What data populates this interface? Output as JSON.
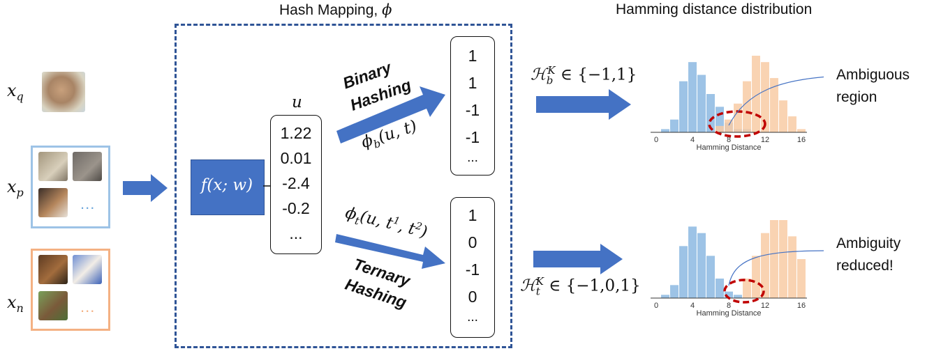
{
  "title_left": "Hash Mapping, ϕ",
  "title_right": "Hamming distance distribution",
  "inputs": [
    {
      "label": "x_q"
    },
    {
      "label": "x_p",
      "ellipsis": "..."
    },
    {
      "label": "x_n",
      "ellipsis": "..."
    }
  ],
  "network": {
    "label": "f(x; w)"
  },
  "u_vector": {
    "label": "u",
    "values": [
      "1.22",
      "0.01",
      "-2.4",
      "-0.2",
      "..."
    ]
  },
  "binary": {
    "line1": "Binary",
    "line2": "Hashing",
    "func": "ϕb(u, t)",
    "values": [
      "1",
      "1",
      "-1",
      "-1",
      "..."
    ]
  },
  "ternary": {
    "line1": "Ternary",
    "line2": "Hashing",
    "func": "ϕt(u, t1, t2)",
    "values": [
      "1",
      "0",
      "-1",
      "0",
      "..."
    ]
  },
  "space_binary": "ℋbK ∈ {−1,1}",
  "space_ternary": "ℋtK ∈ {−1,0,1}",
  "annotations": {
    "top": [
      "Ambiguous",
      "region"
    ],
    "bottom": [
      "Ambiguity",
      "reduced!"
    ]
  },
  "colors": {
    "blue": "#4472c4",
    "hist_blue": "#9dc3e6",
    "hist_orange": "#f8cba5",
    "dashed_box": "#2f5496",
    "ellipse": "#c00000",
    "pos_border": "#9dc3e6",
    "neg_border": "#f4b183"
  },
  "chart_data": [
    {
      "type": "bar",
      "title": "",
      "xlabel": "Hamming Distance",
      "xticks": [
        "0",
        "4",
        "8",
        "12",
        "16"
      ],
      "xlim": [
        0,
        16
      ],
      "series": [
        {
          "x": [
            1,
            2,
            3,
            4,
            5,
            6,
            7,
            8,
            9,
            10
          ],
          "values": [
            1,
            4,
            16,
            22,
            18,
            12,
            8,
            3,
            1,
            1
          ]
        },
        {
          "x": [
            7,
            8,
            9,
            10,
            11,
            12,
            13,
            14,
            15,
            16
          ],
          "values": [
            2,
            4,
            9,
            16,
            24,
            22,
            17,
            10,
            5,
            1
          ]
        }
      ]
    },
    {
      "type": "bar",
      "title": "",
      "xlabel": "Hamming Distance",
      "xticks": [
        "0",
        "4",
        "8",
        "12",
        "16"
      ],
      "xlim": [
        0,
        16
      ],
      "series": [
        {
          "x": [
            1,
            2,
            3,
            4,
            5,
            6,
            7,
            8,
            9
          ],
          "values": [
            1,
            4,
            16,
            22,
            20,
            13,
            6,
            2,
            1
          ]
        },
        {
          "x": [
            10,
            11,
            12,
            13,
            14,
            15,
            16
          ],
          "values": [
            6,
            13,
            20,
            24,
            24,
            19,
            12
          ]
        }
      ]
    }
  ]
}
